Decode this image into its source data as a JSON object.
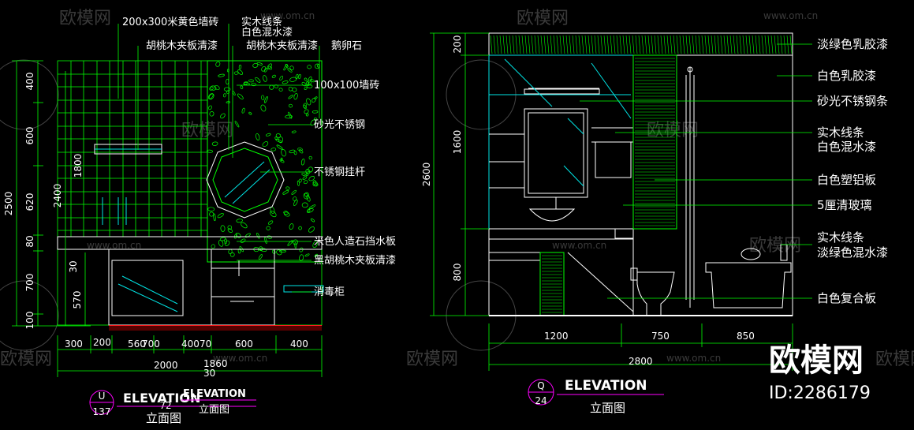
{
  "watermark": {
    "text": "欧模网",
    "url": "www.om.cn",
    "big_text": "欧模网",
    "id_text": "ID:2286179"
  },
  "left_elevation": {
    "leaders": [
      "200x300米黄色墙砖",
      "胡桃木夹板清漆",
      "实木线条",
      "白色混水漆",
      "胡桃木夹板清漆",
      "鹅卵石",
      "100x100墙砖",
      "砂光不锈钢",
      "不锈钢挂杆",
      "米色人造石挡水板",
      "黑胡桃木夹板清漆",
      "消毒柜"
    ],
    "vert_dims_outer": [
      "2500"
    ],
    "vert_dims_inner": [
      "400",
      "600",
      "620",
      "80",
      "700",
      "100"
    ],
    "vert_dims_mid": [
      "2400",
      "1800"
    ],
    "vert_dims_small": [
      "30",
      "570"
    ],
    "bottom_dims": [
      "300",
      "200",
      "560",
      "700",
      "400",
      "70",
      "600",
      "400"
    ],
    "total_dims": [
      "2000",
      "1860",
      "30"
    ],
    "tag_top": "U",
    "tag_bottom": "137",
    "tag_mid": "72",
    "title": "ELEVATION",
    "title2": "ELEVATION",
    "subtitle": "立面图",
    "subtitle2": "立面图"
  },
  "right_elevation": {
    "leaders": [
      "淡绿色乳胶漆",
      "白色乳胶漆",
      "砂光不锈钢条",
      "实木线条",
      "白色混水漆",
      "白色塑铝板",
      "5厘清玻璃",
      "实木线条",
      "淡绿色混水漆",
      "白色复合板"
    ],
    "vert_dims_outer": [
      "2600"
    ],
    "vert_dims_inner": [
      "200",
      "1600",
      "800"
    ],
    "bottom_dims": [
      "1200",
      "750",
      "850"
    ],
    "total_dim": "2800",
    "tag_top": "Q",
    "tag_bottom": "24",
    "title": "ELEVATION",
    "subtitle": "立面图"
  },
  "colors": {
    "background": "#000000",
    "green": "#00ff00",
    "cyan": "#00e5e5",
    "white": "#ffffff",
    "red": "#ff2020",
    "magenta": "#ff00ff"
  }
}
